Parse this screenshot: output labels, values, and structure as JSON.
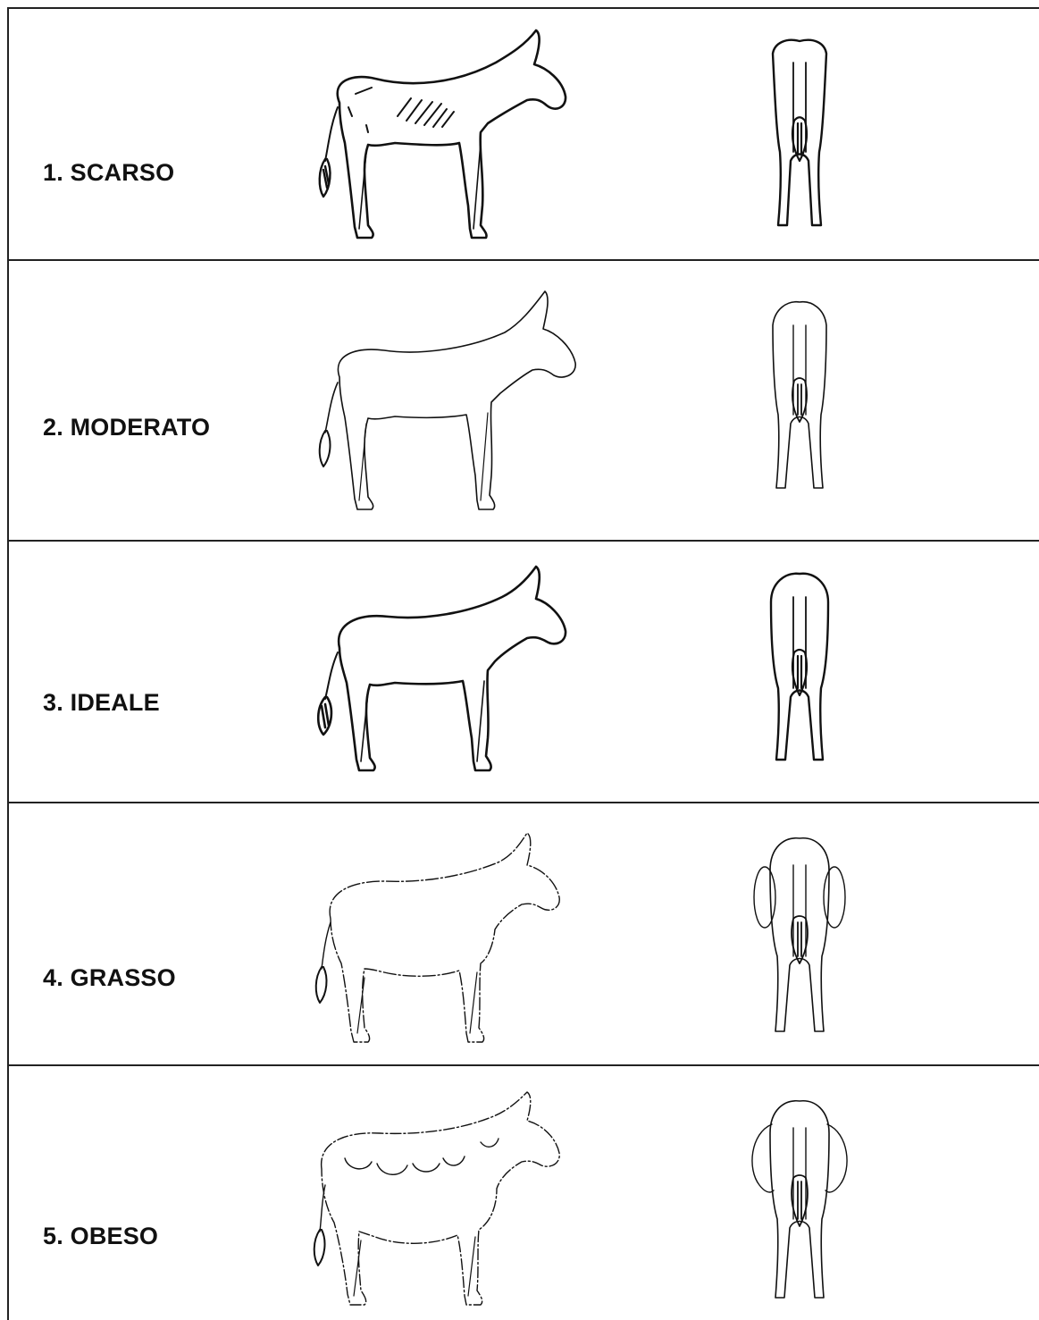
{
  "chart_data": {
    "type": "table",
    "rows": [
      {
        "id": "1",
        "label": "1. SCARSO",
        "score": 1,
        "icon": "donkey-thin"
      },
      {
        "id": "2",
        "label": "2. MODERATO",
        "score": 2,
        "icon": "donkey-moderate"
      },
      {
        "id": "3",
        "label": "3. IDEALE",
        "score": 3,
        "icon": "donkey-ideal"
      },
      {
        "id": "4",
        "label": "4. GRASSO",
        "score": 4,
        "icon": "donkey-fat"
      },
      {
        "id": "5",
        "label": "5. OBESO",
        "score": 5,
        "icon": "donkey-obese"
      }
    ]
  },
  "colors": {
    "line": "#111111",
    "border": "#222222",
    "background": "#ffffff"
  }
}
